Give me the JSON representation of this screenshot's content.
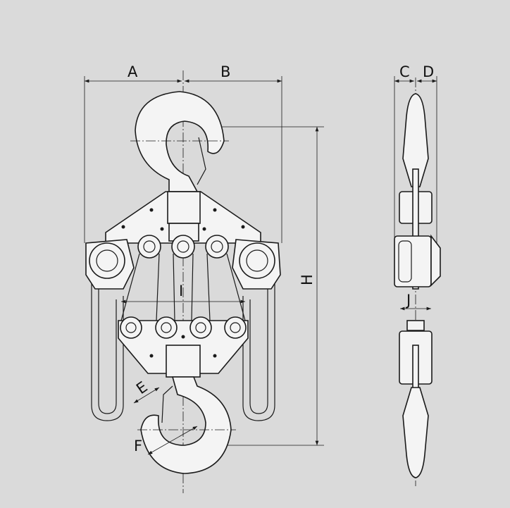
{
  "labels": {
    "a": "A",
    "b": "B",
    "c": "C",
    "d": "D",
    "h": "H",
    "i": "I",
    "j": "J",
    "e": "E",
    "f": "F"
  },
  "colors": {
    "background": "#dadada",
    "part_fill": "#f4f4f4",
    "line": "#1a1a1a"
  }
}
